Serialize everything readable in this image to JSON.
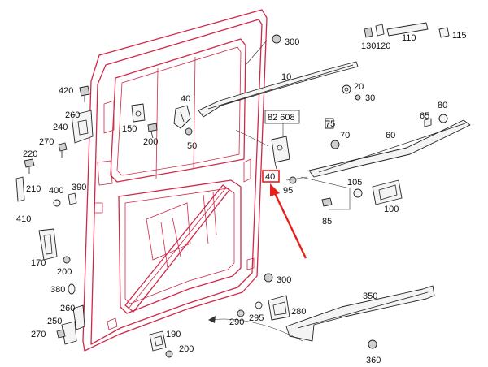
{
  "diagram": {
    "accent_color": "#d02848",
    "pointer_color": "#e8201a",
    "highlight_label": "40",
    "boxed_label": "82 608",
    "labels": {
      "l10": "10",
      "l20": "20",
      "l30": "30",
      "l40a": "40",
      "l50": "50",
      "l60": "60",
      "l65": "65",
      "l70": "70",
      "l75": "75",
      "l80": "80",
      "l85": "85",
      "l95": "95",
      "l100": "100",
      "l105": "105",
      "l110": "110",
      "l115": "115",
      "l120": "120",
      "l130": "130",
      "l150": "150",
      "l170": "170",
      "l190": "190",
      "l200a": "200",
      "l200b": "200",
      "l200c": "200",
      "l210": "210",
      "l220": "220",
      "l240": "240",
      "l250": "250",
      "l260a": "260",
      "l260b": "260",
      "l270a": "270",
      "l270b": "270",
      "l280": "280",
      "l290": "290",
      "l295": "295",
      "l300a": "300",
      "l300b": "300",
      "l350": "350",
      "l360": "360",
      "l380": "380",
      "l390": "390",
      "l400": "400",
      "l410": "410",
      "l420": "420"
    }
  }
}
